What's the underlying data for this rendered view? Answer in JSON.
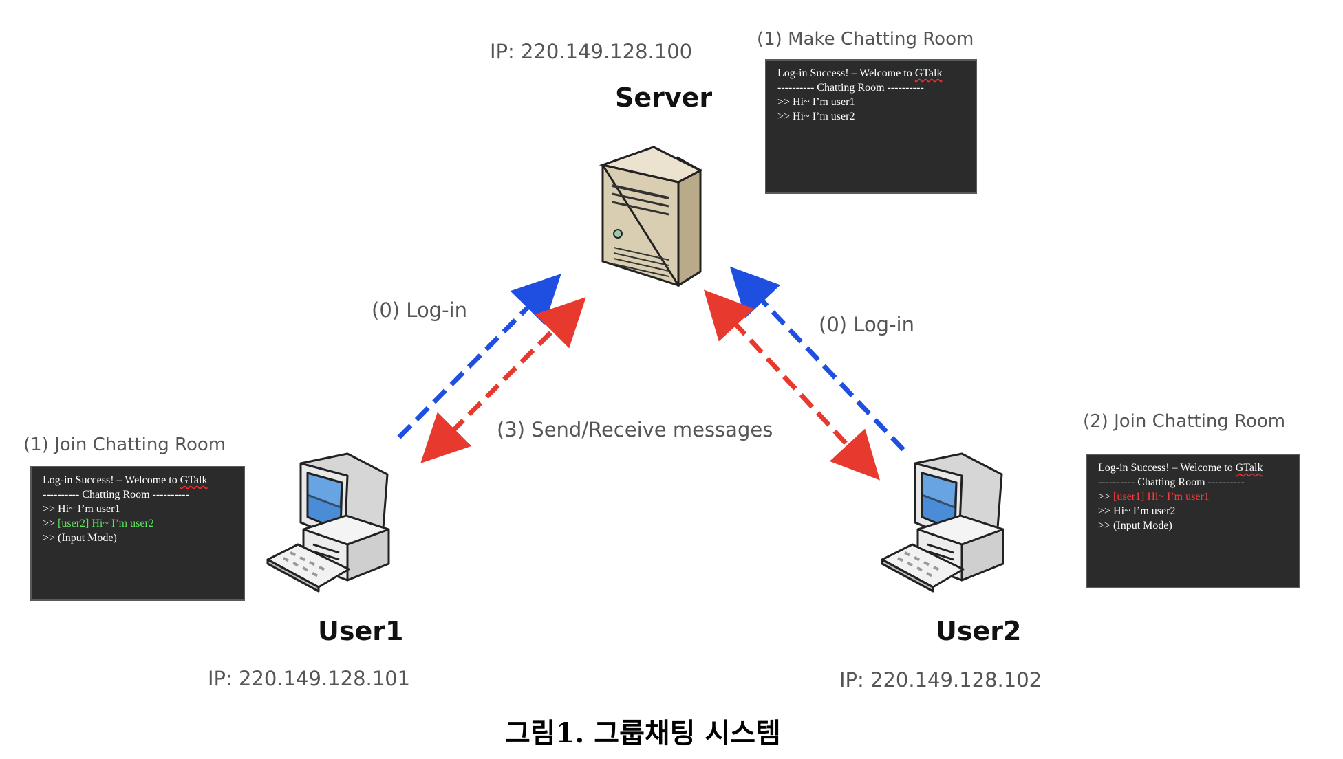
{
  "server": {
    "title": "Server",
    "ip": "IP: 220.149.128.100",
    "terminal_label": "(1) Make Chatting Room",
    "terminal_lines": [
      [
        {
          "t": "Log-in Success! – Welcome to ",
          "c": "w"
        },
        {
          "t": "GTalk",
          "c": "w",
          "squig": true
        }
      ],
      [
        {
          "t": "---------- Chatting Room ----------",
          "c": "w"
        }
      ],
      [
        {
          "t": ">> Hi~ I’m user1",
          "c": "w"
        }
      ],
      [
        {
          "t": ">> Hi~ I’m user2",
          "c": "w"
        }
      ]
    ]
  },
  "user1": {
    "title": "User1",
    "ip": "IP: 220.149.128.101",
    "terminal_label": "(1) Join Chatting Room",
    "terminal_lines": [
      [
        {
          "t": "Log-in Success! – Welcome to ",
          "c": "w"
        },
        {
          "t": "GTalk",
          "c": "w",
          "squig": true
        }
      ],
      [
        {
          "t": "---------- Chatting Room ----------",
          "c": "w"
        }
      ],
      [
        {
          "t": ">> Hi~ I’m user1",
          "c": "w"
        }
      ],
      [
        {
          "t": ">> ",
          "c": "w"
        },
        {
          "t": "[user2] Hi~ I’m user2",
          "c": "g"
        }
      ],
      [
        {
          "t": ">> (Input Mode)",
          "c": "w"
        }
      ]
    ]
  },
  "user2": {
    "title": "User2",
    "ip": "IP: 220.149.128.102",
    "terminal_label": "(2) Join Chatting Room",
    "terminal_lines": [
      [
        {
          "t": "Log-in Success! – Welcome to ",
          "c": "w"
        },
        {
          "t": "GTalk",
          "c": "w",
          "squig": true
        }
      ],
      [
        {
          "t": "---------- Chatting Room ----------",
          "c": "w"
        }
      ],
      [
        {
          "t": ">> ",
          "c": "w"
        },
        {
          "t": "[user1] Hi~ I’m user1",
          "c": "r"
        }
      ],
      [
        {
          "t": ">> Hi~ I’m user2",
          "c": "w"
        }
      ],
      [
        {
          "t": ">> (Input Mode)",
          "c": "w"
        }
      ]
    ]
  },
  "edges": {
    "login_left": "(0) Log-in",
    "login_right": "(0) Log-in",
    "messages": "(3) Send/Receive messages"
  },
  "colors": {
    "login_arrow": "#1f4fe0",
    "message_arrow": "#e8392e"
  },
  "caption": "그림1. 그룹채팅 시스템"
}
